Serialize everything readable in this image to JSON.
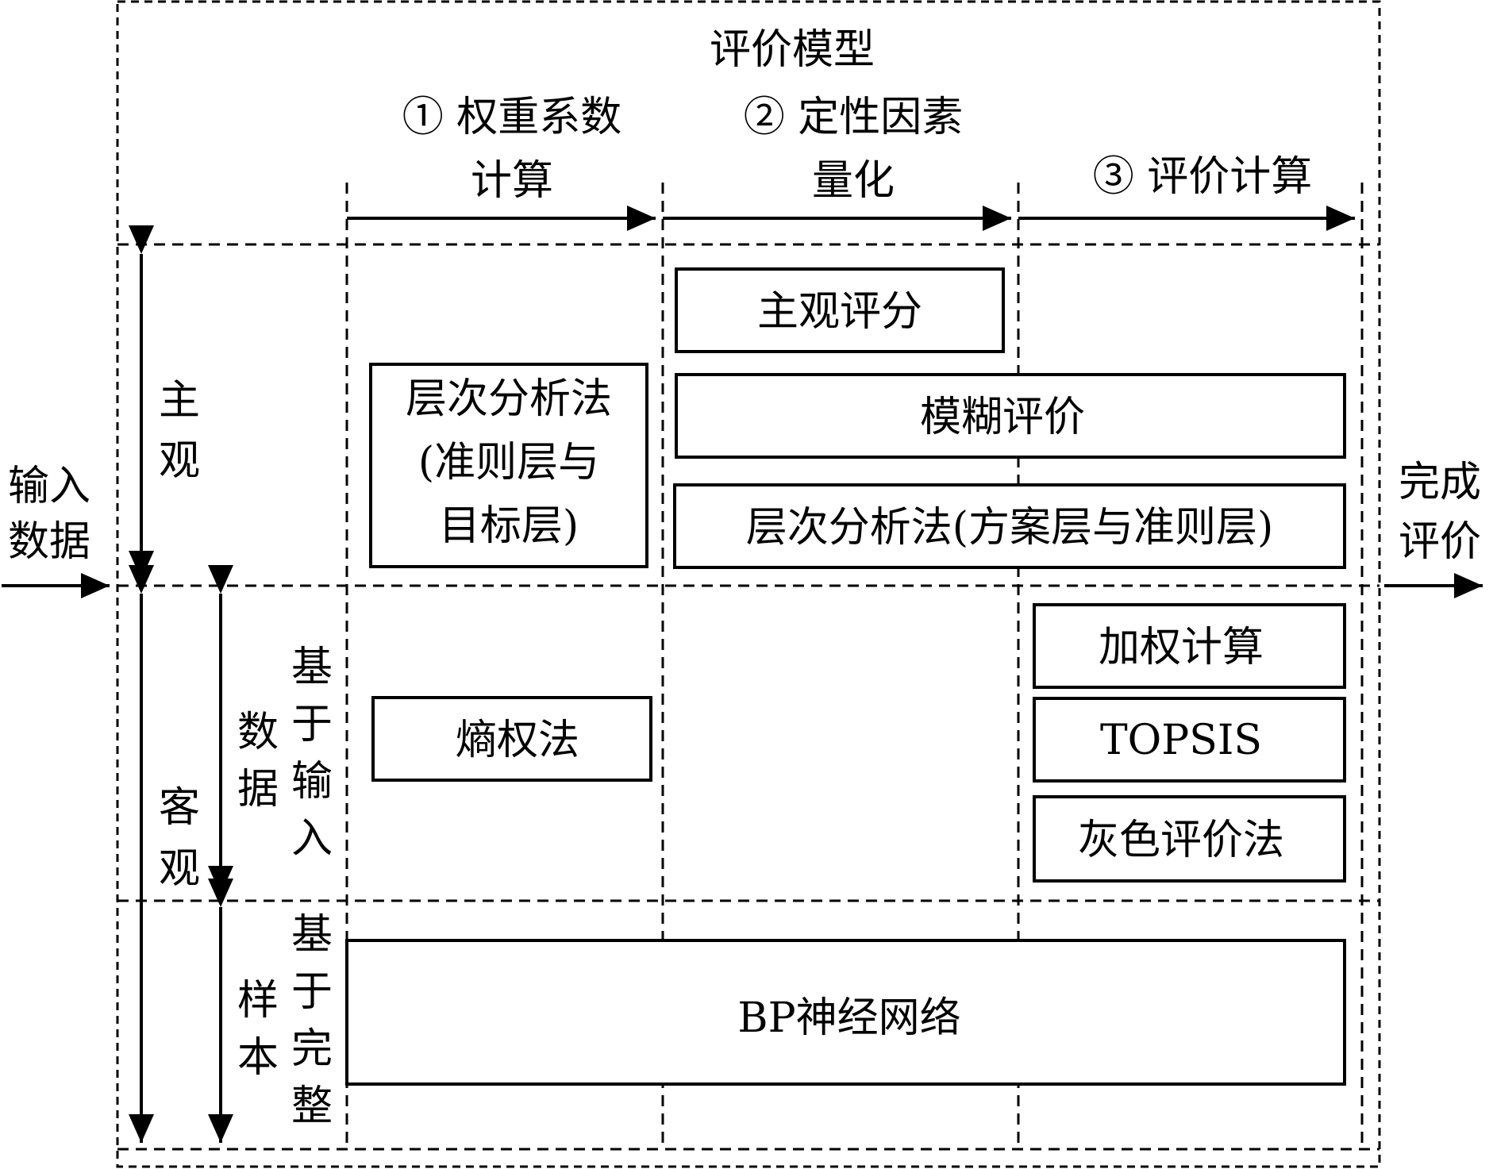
{
  "title": "评价模型",
  "steps": {
    "step1": [
      "① 权重系数",
      "计算"
    ],
    "step2": [
      "② 定性因素",
      "量化"
    ],
    "step3": [
      "③ 评价计算"
    ]
  },
  "input_label": [
    "输入",
    "数据"
  ],
  "output_label": [
    "完成",
    "评价"
  ],
  "categories": {
    "subjective": [
      "主",
      "观"
    ],
    "objective": [
      "客",
      "观"
    ],
    "data_input": [
      "基",
      "于",
      "数",
      "据",
      "输",
      "入"
    ],
    "complete_sample": [
      "基",
      "于",
      "样",
      "本",
      "完",
      "整"
    ]
  },
  "methods": {
    "subjective_scoring": "主观评分",
    "ahp_criteria": [
      "层次分析法",
      "(准则层与",
      "目标层)"
    ],
    "fuzzy": "模糊评价",
    "ahp_alternative": "层次分析法(方案层与准则层)",
    "entropy": "熵权法",
    "weighted": "加权计算",
    "topsis": "TOPSIS",
    "grey": "灰色评价法",
    "bp": "BP神经网络"
  }
}
